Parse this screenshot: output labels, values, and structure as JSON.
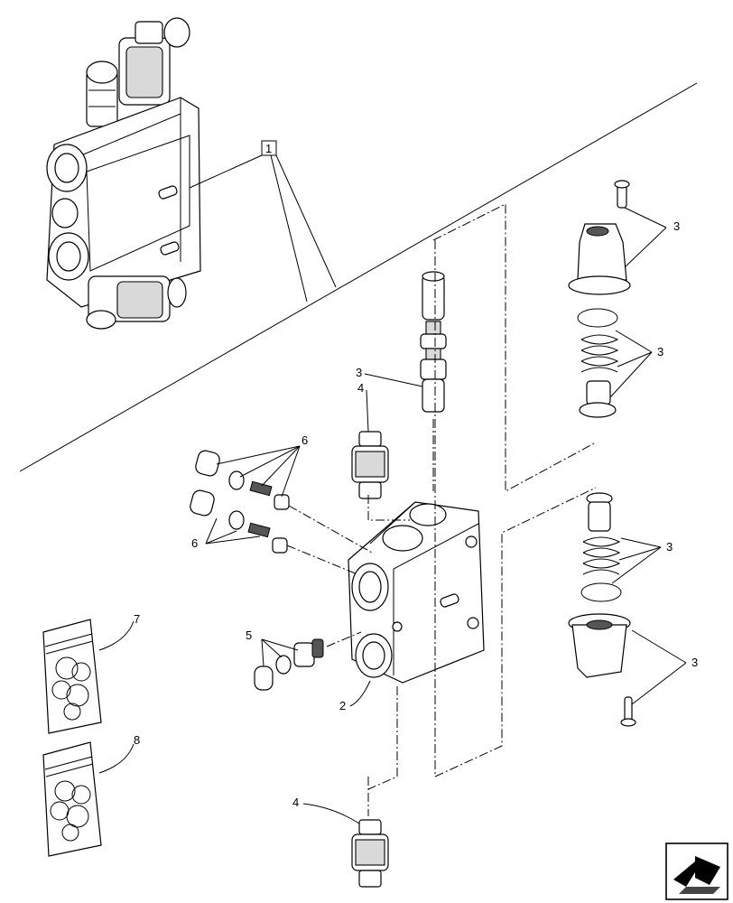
{
  "callouts": {
    "assembly": "1",
    "body": "2",
    "spool": "3",
    "seal_top": "3",
    "spring_top": "3",
    "spring_bottom": "3",
    "seal_bottom": "3",
    "relief_top": "4",
    "relief_bottom": "4",
    "check": "5",
    "plugs_top": "6",
    "plugs_bottom": "6",
    "kit_a": "7",
    "kit_b": "8"
  },
  "icons": {
    "nav": "arrow-navigation-icon"
  }
}
